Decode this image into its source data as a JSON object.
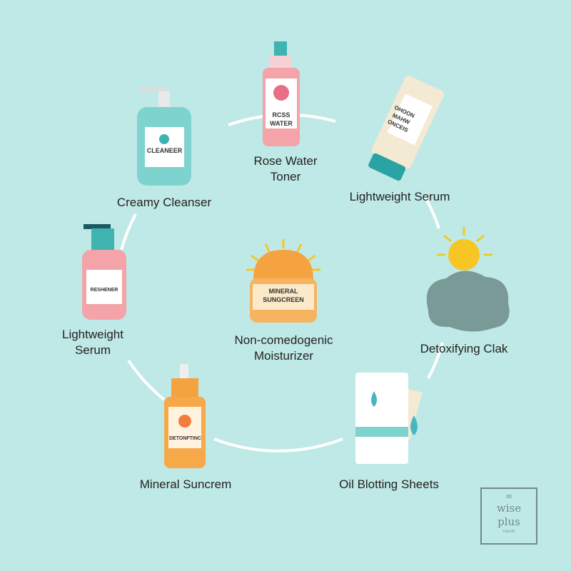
{
  "title": "Skincare routine cycle",
  "items": [
    {
      "label": "Rose Water\nToner",
      "product_text": "RCSS WATER"
    },
    {
      "label": "Creamy Cleanser",
      "product_text": "CLEANEER"
    },
    {
      "label": "Lightweight Serum",
      "product_text": "OHOON MAHW ONCEIS"
    },
    {
      "label": "Lightweight\nSerum",
      "product_text": "RESHENER"
    },
    {
      "label": "Non-comedogenic\nMoisturizer",
      "product_text": "MINERAL SUNGCREEN"
    },
    {
      "label": "Detoxifying Clak"
    },
    {
      "label": "Mineral Suncrem",
      "product_text": "DETONFTINC"
    },
    {
      "label": "Oil Blotting Sheets"
    }
  ],
  "watermark": {
    "line1": "wise",
    "line2": "plus",
    "line3": "GROW"
  },
  "colors": {
    "background": "#bfe9e6",
    "teal": "#3fb3b0",
    "pink": "#f4a3a8",
    "orange": "#f4a340",
    "sun": "#f7c624"
  }
}
